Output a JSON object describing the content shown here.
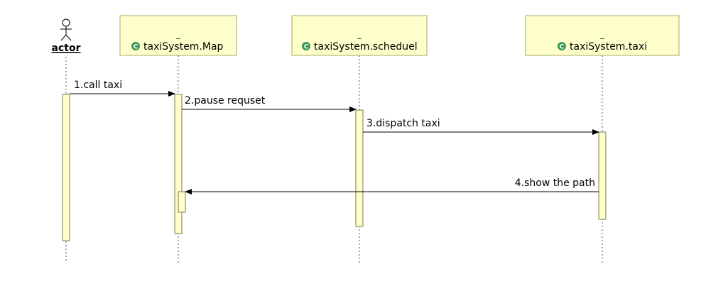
{
  "colors": {
    "box_fill": "#ffffcc",
    "box_stroke": "#a8a860",
    "activation_fill": "#ffffcc",
    "activation_stroke": "#7a7a50",
    "class_icon": "#3b9a56",
    "line": "#000000",
    "lifeline": "#555555"
  },
  "actor": {
    "label": "actor",
    "icon": "stick-figure-icon"
  },
  "participants": [
    {
      "prefix": "_",
      "label": "taxiSystem.Map",
      "icon": "class-c-icon",
      "icon_letter": "C"
    },
    {
      "prefix": "_",
      "label": "taxiSystem.scheduel",
      "icon": "class-c-icon",
      "icon_letter": "C"
    },
    {
      "prefix": "_",
      "label": "taxiSystem.taxi",
      "icon": "class-c-icon",
      "icon_letter": "C"
    }
  ],
  "messages": [
    {
      "label": "1.call taxi",
      "from": 0,
      "to": 1
    },
    {
      "label": "2.pause requset",
      "from": 1,
      "to": 2
    },
    {
      "label": "3.dispatch taxi",
      "from": 2,
      "to": 3
    },
    {
      "label": "4.show the path",
      "from": 3,
      "to": 1
    }
  ]
}
